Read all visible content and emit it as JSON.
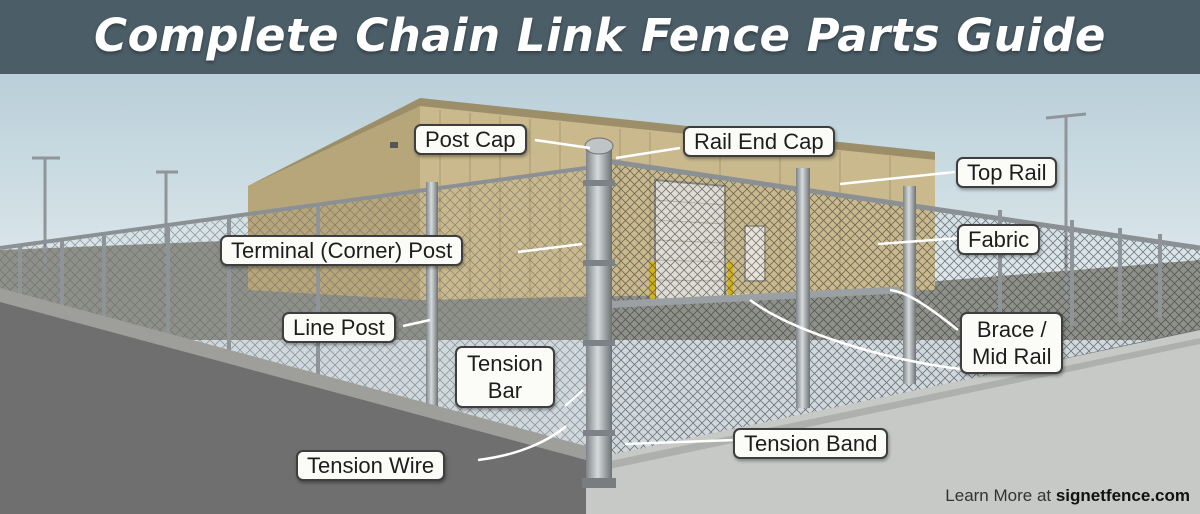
{
  "title": "Complete Chain Link Fence Parts Guide",
  "labels": {
    "post_cap": "Post Cap",
    "rail_end_cap": "Rail End Cap",
    "top_rail": "Top Rail",
    "terminal_post": "Terminal (Corner) Post",
    "fabric": "Fabric",
    "line_post": "Line Post",
    "tension_bar_line1": "Tension",
    "tension_bar_line2": "Bar",
    "brace_line1": "Brace /",
    "brace_line2": "Mid Rail",
    "tension_band": "Tension Band",
    "tension_wire": "Tension Wire"
  },
  "credit": {
    "prefix": "Learn More at ",
    "site": "signetfence.com"
  },
  "colors": {
    "title_bar": "#4b5d67",
    "sky": "#d7e4ea",
    "building_wall": "#c9b98c",
    "pavement": "#6f6f6f",
    "fence_steel": "#9aa0a3"
  }
}
